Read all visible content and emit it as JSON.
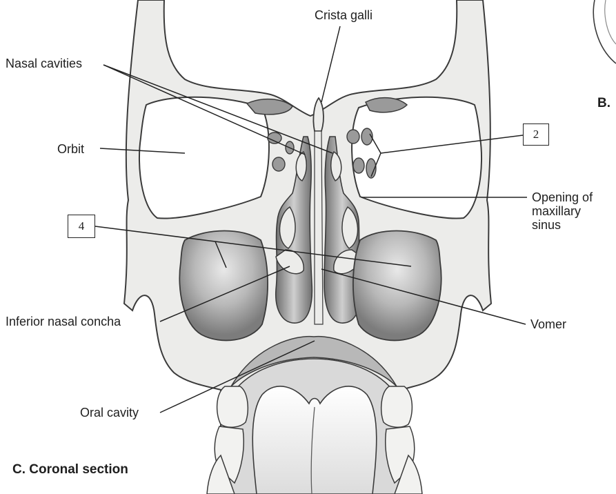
{
  "figure": {
    "panel_caption": "C. Coronal section",
    "adjacent_panel_letter": "B."
  },
  "labels": {
    "crista_galli": "Crista galli",
    "nasal_cavities": "Nasal cavities",
    "orbit": "Orbit",
    "opening_line1": "Opening of",
    "opening_line2": "maxillary",
    "opening_line3": "sinus",
    "inferior_nasal_concha": "Inferior nasal concha",
    "vomer": "Vomer",
    "oral_cavity": "Oral cavity"
  },
  "boxed_numbers": {
    "box_2": "2",
    "box_4": "4"
  },
  "colors": {
    "bone": "#ececea",
    "bone_stroke": "#3a3a3a",
    "cavity": "#ffffff",
    "sinus_dark": "#8f8f8f",
    "sinus_light": "#e6e6e6",
    "mucosa": "#b8b8b8"
  }
}
